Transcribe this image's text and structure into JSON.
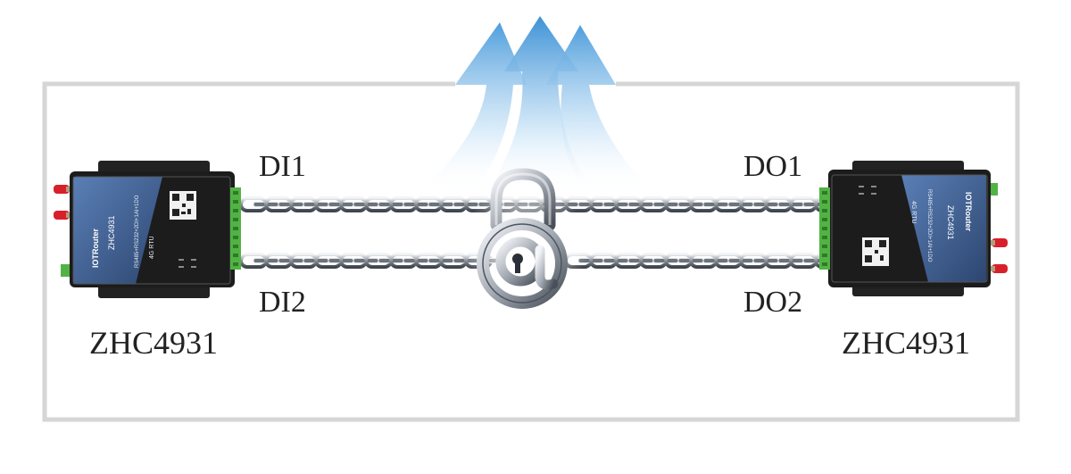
{
  "labels": {
    "di1": "DI1",
    "di2": "DI2",
    "do1": "DO1",
    "do2": "DO2"
  },
  "devices": {
    "left": {
      "model": "ZHC4931",
      "brand": "IOTRouter",
      "screen_model": "ZHC4931",
      "spec": "RS485+RS232+2DI+1AI+1DO",
      "net": "4G RTU"
    },
    "right": {
      "model": "ZHC4931",
      "brand": "IOTRouter",
      "screen_model": "ZHC4931",
      "spec": "RS485+RS232+2DI+1AI+1DO",
      "net": "4G RTU"
    }
  },
  "icons": {
    "lock": "padlock-icon",
    "at": "at-sign-icon",
    "cloud_arrows": "upload-arrows-icon"
  },
  "colors": {
    "frame": "#d6d6d6",
    "device_blue": "#3e5f93",
    "device_black": "#1c1c1c",
    "terminal_green": "#52b345",
    "antenna_red": "#d8202a",
    "arrow_blue": "#7fb8e6",
    "chain_steel": "#8a9099"
  }
}
